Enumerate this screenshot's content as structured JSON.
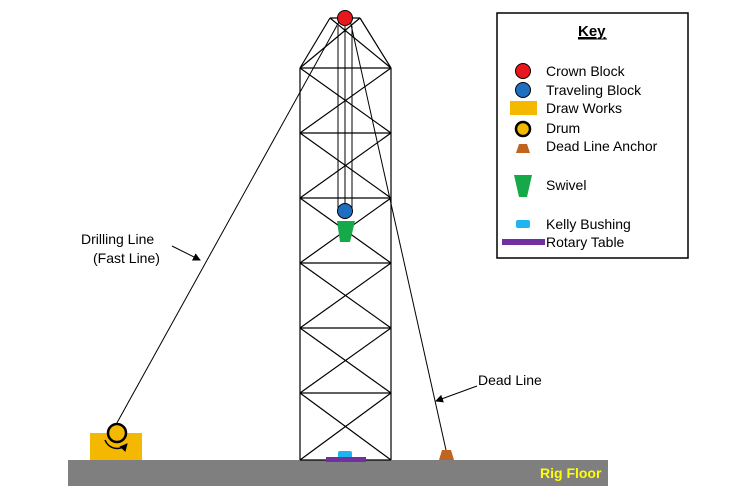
{
  "colors": {
    "crown_block": "#e8171e",
    "traveling_block": "#1f6fc0",
    "draw_works": "#f5b800",
    "drum_fill": "#f5b800",
    "dead_line_anchor": "#c0651f",
    "swivel": "#16a94a",
    "kelly_bushing": "#1fb4f0",
    "rotary_table": "#7030a0",
    "rig_floor": "#7f7f7f",
    "rig_floor_label": "#ffff00"
  },
  "labels": {
    "drilling_line": "Drilling Line",
    "fast_line": "(Fast Line)",
    "dead_line": "Dead Line",
    "rig_floor": "Rig Floor"
  },
  "key": {
    "title": "Key",
    "items": {
      "crown_block": "Crown Block",
      "traveling_block": "Traveling Block",
      "draw_works": "Draw Works",
      "drum": "Drum",
      "dead_line_anchor": "Dead Line Anchor",
      "swivel": "Swivel",
      "kelly_bushing": "Kelly Bushing",
      "rotary_table": "Rotary Table"
    }
  }
}
